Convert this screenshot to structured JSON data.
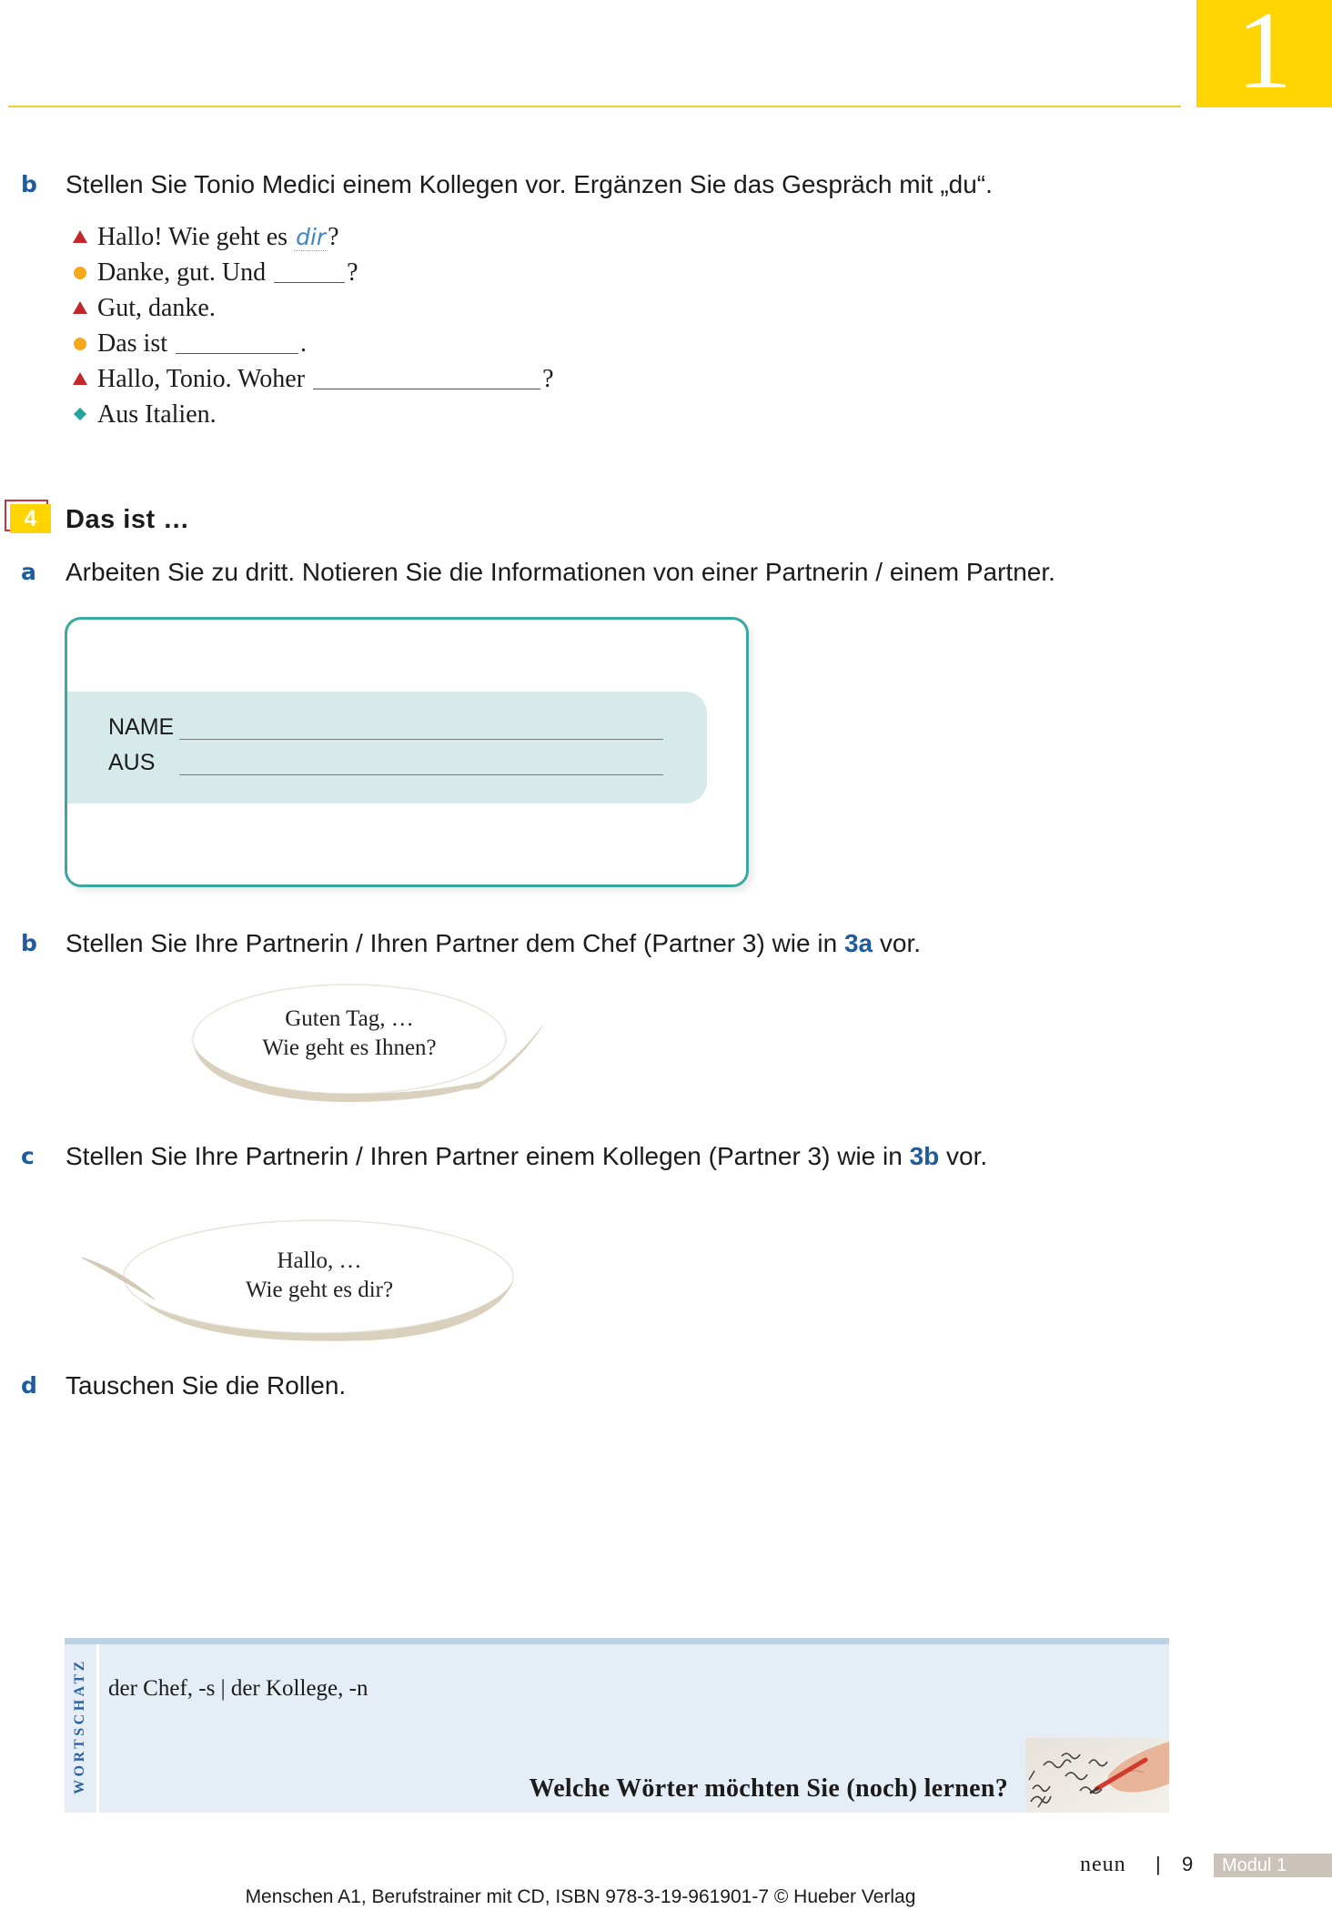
{
  "chapter": {
    "number": "1"
  },
  "exercise_3b": {
    "label": "b",
    "instruction": "Stellen Sie Tonio Medici einem Kollegen vor. Ergänzen Sie das Gespräch mit „du“.",
    "dialog": [
      {
        "marker": "red-triangle",
        "before": "Hallo! Wie geht es ",
        "answer": "dir",
        "after": "?"
      },
      {
        "marker": "orange-circle",
        "before": "Danke, gut. Und ",
        "after": "?"
      },
      {
        "marker": "red-triangle",
        "before": "Gut, danke."
      },
      {
        "marker": "orange-circle",
        "before": "Das ist ",
        "after": "."
      },
      {
        "marker": "red-triangle",
        "before": "Hallo, Tonio. Woher ",
        "after": "?"
      },
      {
        "marker": "teal-diamond",
        "before": "Aus Italien."
      }
    ]
  },
  "exercise_4": {
    "number": "4",
    "title": "Das ist …",
    "task_a": {
      "label": "a",
      "text": "Arbeiten Sie zu dritt. Notieren Sie die Informationen von einer Partnerin / einem Partner."
    },
    "form": {
      "name_label": "NAME",
      "from_label": "AUS"
    },
    "task_b": {
      "label": "b",
      "before": "Stellen Sie Ihre Partnerin / Ihren Partner dem Chef (Partner 3) wie in ",
      "ref": "3a",
      "after": " vor."
    },
    "bubble_b": [
      "Guten Tag, …",
      "Wie geht es Ihnen?"
    ],
    "task_c": {
      "label": "c",
      "before": "Stellen Sie Ihre Partnerin / Ihren Partner einem Kollegen (Partner 3) wie in ",
      "ref": "3b",
      "after": " vor."
    },
    "bubble_c": [
      "Hallo, …",
      "Wie geht es dir?"
    ],
    "task_d": {
      "label": "d",
      "text": "Tauschen Sie die Rollen."
    }
  },
  "wortschatz": {
    "label": "WORTSCHATZ",
    "entries": "der Chef, -s | der Kollege, -n",
    "prompt": "Welche Wörter möchten Sie (noch) lernen?",
    "image": "handwriting-illustration"
  },
  "footer": {
    "page_word": "neun",
    "separator": "|",
    "page_number": "9",
    "module": "Modul 1",
    "copyright": "Menschen A1, Berufstrainer mit CD, ISBN 978-3-19-961901-7 © Hueber Verlag"
  },
  "colors": {
    "accent_yellow": "#ffd400",
    "label_blue": "#1f5c9e",
    "teal": "#3aa8a0",
    "marker_red": "#c1272d",
    "marker_orange": "#f6a81c",
    "wortschatz_bg": "#e5eef6",
    "module_gray": "#cbc3b9"
  }
}
